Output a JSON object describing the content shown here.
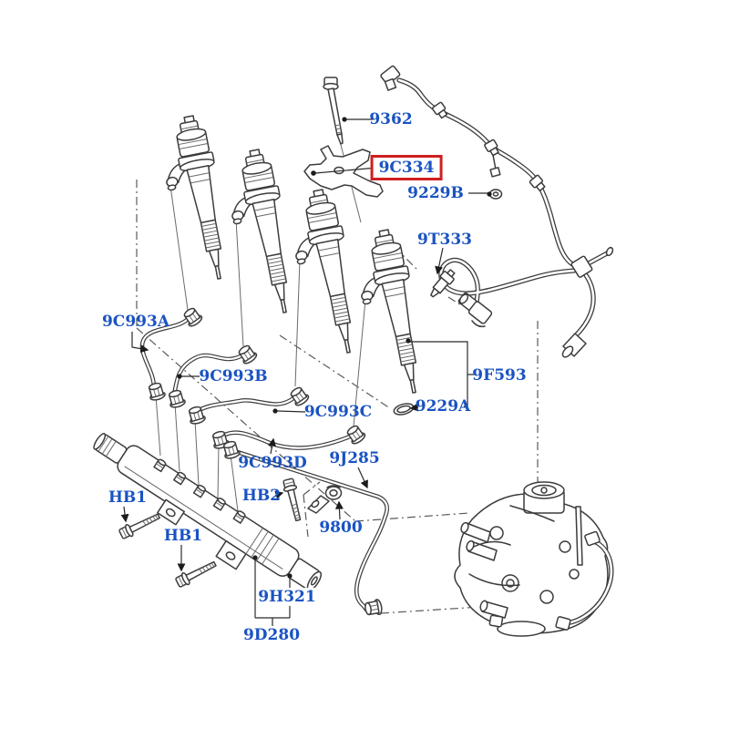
{
  "diagram": {
    "type": "parts-exploded-diagram",
    "colors": {
      "label": "#1a53c2",
      "highlight": "#d01f1f",
      "line": "#3c3c3c",
      "background": "#ffffff"
    },
    "highlighted_part": "9C334",
    "labels": {
      "l9362": {
        "text": "9362"
      },
      "l9C334": {
        "text": "9C334"
      },
      "l9229B": {
        "text": "9229B"
      },
      "l9T333": {
        "text": "9T333"
      },
      "l9F593": {
        "text": "9F593"
      },
      "l9229A": {
        "text": "9229A"
      },
      "l9C993A": {
        "text": "9C993A"
      },
      "l9C993B": {
        "text": "9C993B"
      },
      "l9C993C": {
        "text": "9C993C"
      },
      "l9C993D": {
        "text": "9C993D"
      },
      "l9J285": {
        "text": "9J285"
      },
      "l9800": {
        "text": "9800"
      },
      "lHB2": {
        "text": "HB2"
      },
      "lHB1a": {
        "text": "HB1"
      },
      "lHB1b": {
        "text": "HB1"
      },
      "l9H321": {
        "text": "9H321"
      },
      "l9D280": {
        "text": "9D280"
      }
    }
  }
}
